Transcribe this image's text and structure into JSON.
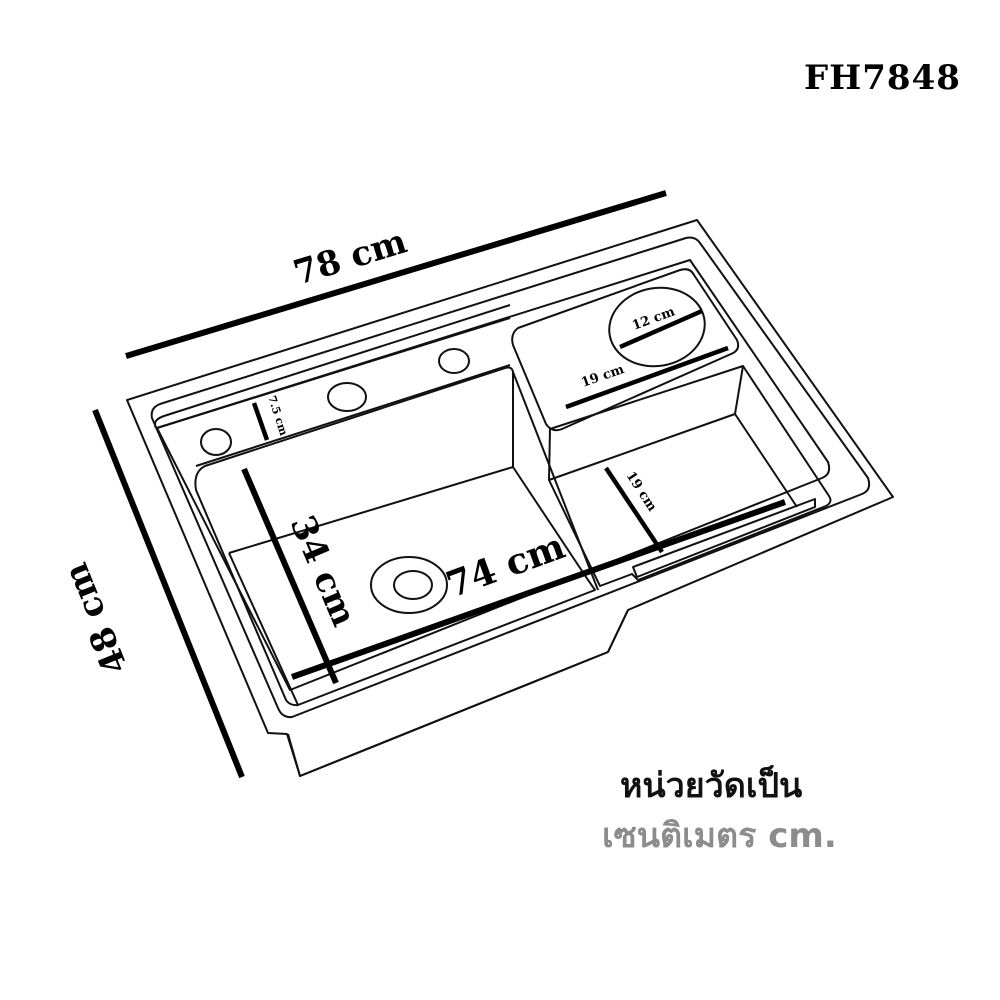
{
  "product": {
    "model_code": "FH7848",
    "type": "kitchen sink dimension diagram"
  },
  "dimensions": {
    "overall_width": "78 cm",
    "overall_depth": "48 cm",
    "main_bowl_width": "74 cm",
    "main_bowl_depth": "34 cm",
    "tap_deck_depth": "7.5 cm",
    "side_tray_width": "19 cm",
    "side_tray_circle": "12 cm",
    "side_bowl_depth": "19 cm"
  },
  "units_note": {
    "line1": "หน่วยวัดเป็น",
    "line2": "เซนติเมตร cm."
  },
  "colors": {
    "line": "#111111",
    "unit_gray": "#8c8c8c",
    "background": "#ffffff"
  }
}
